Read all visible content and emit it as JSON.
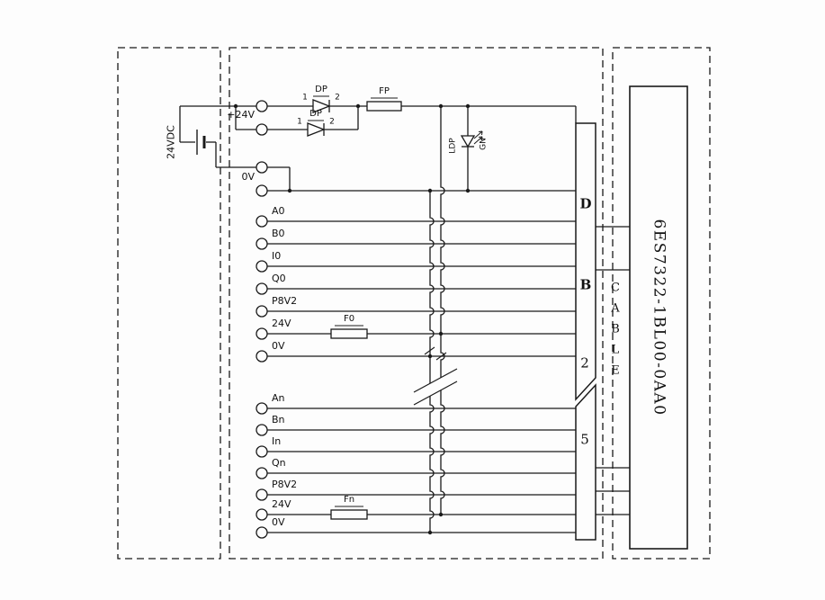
{
  "power": {
    "source": "24VDC",
    "terminal_plus": "+24V",
    "terminal_zero": "0V",
    "diode_label": "DP",
    "diode_pin_1": "1",
    "diode_pin_2": "2",
    "fuse": "FP",
    "led_label": "LDP",
    "led_color": "GN"
  },
  "group0": {
    "terminals": [
      "A0",
      "B0",
      "I0",
      "Q0",
      "P8V2",
      "24V",
      "0V"
    ],
    "fuse": "F0"
  },
  "groupn": {
    "terminals": [
      "An",
      "Bn",
      "In",
      "Qn",
      "P8V2",
      "24V",
      "0V"
    ],
    "fuse": "Fn"
  },
  "connector": {
    "letter_d": "D",
    "letter_b": "B",
    "digit_2": "2",
    "digit_5": "5"
  },
  "cable": {
    "label": "CABLE"
  },
  "module": {
    "part_number": "6ES7322-1BL00-0AA0"
  }
}
